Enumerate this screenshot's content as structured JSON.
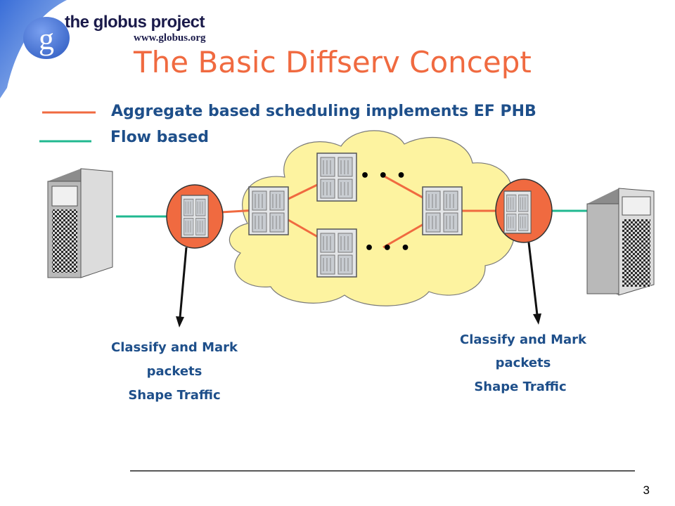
{
  "header": {
    "logo_letter": "g",
    "logo_name": "the globus project",
    "logo_url": "www.globus.org"
  },
  "slide": {
    "title": "The Basic Diffserv Concept",
    "page_number": "3"
  },
  "legend": [
    {
      "label": "Aggregate based scheduling implements EF PHB",
      "color": "#f06a40"
    },
    {
      "label": "Flow based",
      "color": "#20b890"
    }
  ],
  "captions": {
    "left": [
      "Classify and Mark",
      "packets",
      "Shape Traffic"
    ],
    "right": [
      "Classify and Mark",
      "packets",
      "Shape Traffic"
    ]
  },
  "diagram": {
    "ellipsis": "• • •",
    "colors": {
      "cloud_fill": "#fdf3a0",
      "edge_router_fill": "#f06a40",
      "aggregate_link": "#f06a40",
      "flow_link": "#20b890",
      "logo_blue": "#4a78d8"
    },
    "icons": [
      "server-icon",
      "router-icon",
      "network-cloud-icon",
      "arrow-icon"
    ]
  }
}
